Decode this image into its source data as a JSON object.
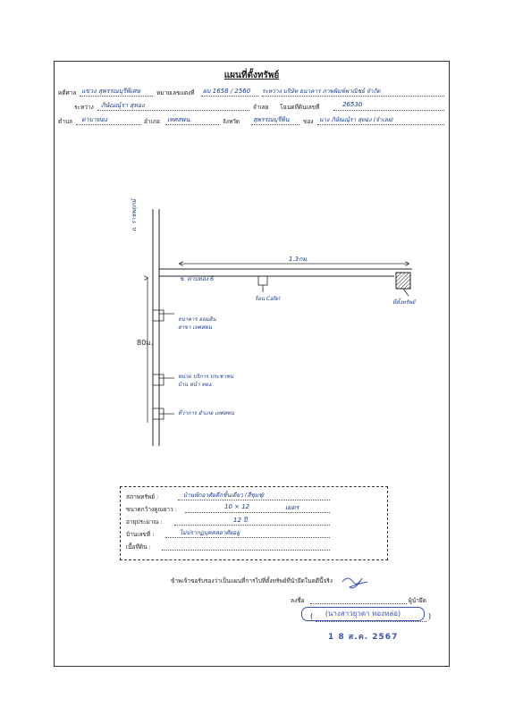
{
  "header": {
    "title": "แผนที่ตั้งทรัพย์",
    "row1": {
      "case_label": "คดีศาล",
      "case_value": "แขวง สุพรรณบุรีพิเศษ",
      "map_no_label": "หมายเลขแดงที่",
      "map_no_value": "ผบ 1658 / 2560",
      "parties": "ระหว่าง บริษัท ธนาคาร ภาพพิมพ์พาณิชย์ จำกัด"
    },
    "row2": {
      "between_label": "ระหว่าง",
      "between_value": "ภิษัณณ์ุรา สุทอง",
      "defendant_label": "จำเลย",
      "deed_label": "โฉนดที่ดินเลขที่",
      "deed_value": "26530"
    },
    "row3": {
      "subdistrict_label": "ตำบล",
      "subdistrict_value": "ต่าบาท่อง",
      "district_label": "อำเภอ",
      "district_value": "เทศสพน.",
      "province_label": "จังหวัด",
      "province_value": "สุพรรณบุรีพิน",
      "owner_label": "ของ",
      "owner_value": "นาง ภิษัณณ์ุรา สุทอง (จำเลย)"
    }
  },
  "map": {
    "vertical_road": "ถ. ราชพฤกษ์",
    "horizontal_road": "ซ. ต่าบทอง 6",
    "distance_top": "1.3กม.",
    "distance_side": "80ม.",
    "landmark_cafe": "ร้อน Cafe!",
    "target_label": "ที่ตั้งทรัพย์",
    "landmark_1": "ธนาคาร ออมสิน\nสาขา เทศสพน",
    "landmark_2": "หน่วย บริการ ประชาชน\nบ้าน หน้า ทอง.",
    "landmark_3": "ที่ว่าการ อำเภอ เทศสพน"
  },
  "property_box": {
    "type_label": "สภาพทรัพย์ :",
    "type_value": "บ้านพักอาศัยตึกชั้นเดียว (สี่ชุมชุ่)",
    "size_label": "ขนาดกว้างคูณยาว :",
    "size_value": "10 × 12",
    "size_unit": "เมตร",
    "age_label": "อายุประมาณ :",
    "age_value": "12 ปี",
    "house_no_label": "บ้านเลขที่ :",
    "house_no_value": "ไม่ปรากฏบุคคลอาศัยอยู่",
    "area_label": "เนื้อที่ดิน :",
    "area_value": ""
  },
  "certification": {
    "statement": "ข้าพเจ้าขอรับรองว่าเป็นแผนที่การไปที่ตั้งทรัพย์ที่นำยึดในคดีนี้จริง",
    "sign_label": "ลงชื่อ",
    "role_label": "ผู้นำยึด",
    "signatory_stamp": "(นางสาวยุวดา ทองหล่อ)",
    "paren_open": "(",
    "paren_close": ")",
    "date_stamp": "1 8 ส.ค. 2567"
  }
}
